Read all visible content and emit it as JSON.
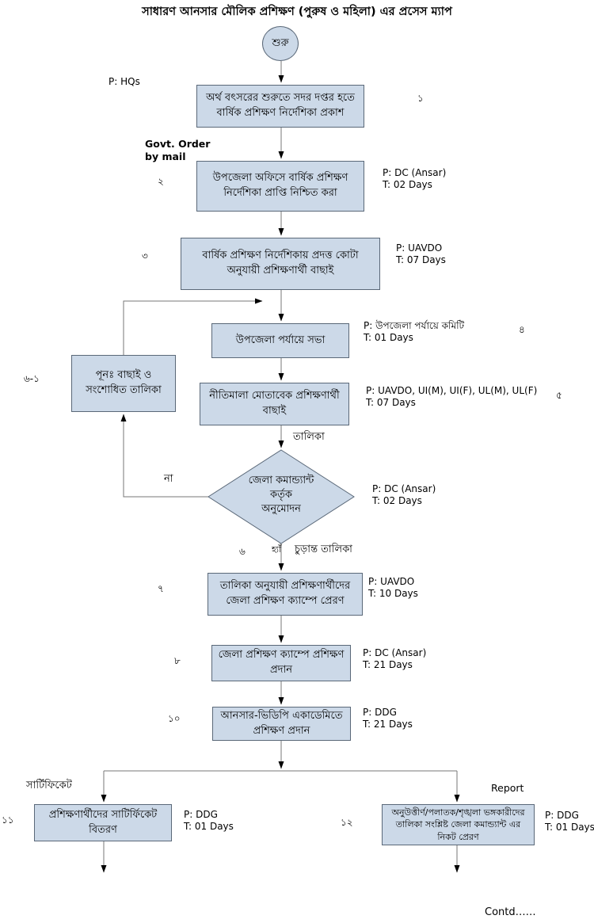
{
  "title": "সাধারণ আনসার মৌলিক প্রশিক্ষণ (পুরুষ ও মহিলা) এর প্রসেস ম্যাপ",
  "colors": {
    "node_fill": "#ccd9e8",
    "node_border": "#5a6878",
    "connector_line": "#777777",
    "arrowhead": "#000000",
    "text": "#000000",
    "background": "#ffffff"
  },
  "start_node": {
    "label": "শুরু"
  },
  "steps": {
    "publish_guideline": {
      "num": "১",
      "text": "অর্থ বৎসরের শুরুতে সদর দপ্তর হতে বার্ষিক প্রশিক্ষণ নির্দেশিকা প্রকাশ",
      "p": "P: HQs"
    },
    "confirm_receipt": {
      "num": "২",
      "text": "উপজেলা অফিসে বার্ষিক প্রশিক্ষণ নির্দেশিকা প্রাপ্তি নিশ্চিত করা",
      "p": "P: DC (Ansar)",
      "t": "T: 02 Days"
    },
    "select_by_quota": {
      "num": "৩",
      "text": "বার্ষিক প্রশিক্ষণ নির্দেশিকায় প্রদত্ত কোটা অনুযায়ী প্রশিক্ষণার্থী বাছাই",
      "p": "P: UAVDO",
      "t": "T: 07 Days"
    },
    "upazila_meeting": {
      "num": "৪",
      "text": "উপজেলা পর্যায়ে সভা",
      "p": "P: উপজেলা পর্যায়ে কমিটি",
      "t": "T: 01 Days"
    },
    "revision": {
      "num": "৬-১",
      "text": "পূনঃ বাছাই ও সংশোধিত তালিকা"
    },
    "select_by_policy": {
      "num": "৫",
      "text": "নীতিমালা মোতাবেক প্রশিক্ষণার্থী বাছাই",
      "p": "P: UAVDO, UI(M), UI(F), UL(M), UL(F)",
      "t": "T: 07 Days"
    },
    "approval_decision": {
      "num": "৬",
      "lines": [
        "জেলা কমান্ড্যান্ট",
        "কর্তৃক",
        "অনুমোদন"
      ],
      "p": "P: DC (Ansar)",
      "t": "T: 02 Days"
    },
    "send_to_camp": {
      "num": "৭",
      "text": "তালিকা অনুযায়ী প্রশিক্ষণার্থীদের জেলা প্রশিক্ষণ ক্যাম্পে প্রেরণ",
      "p": "P: UAVDO",
      "t": "T: 10 Days"
    },
    "district_training": {
      "num": "৮",
      "text": "জেলা প্রশিক্ষণ ক্যাম্পে প্রশিক্ষণ প্রদান",
      "p": "P: DC (Ansar)",
      "t": "T: 21 Days"
    },
    "academy_training": {
      "num": "১০",
      "text": "আনসার-ভিডিপি একাডেমিতে প্রশিক্ষণ প্রদান",
      "p": "P: DDG",
      "t": "T: 21 Days"
    },
    "certificate_distribution": {
      "num": "১১",
      "text": "প্রশিক্ষণার্থীদের সাটির্ফিকেট বিতরণ",
      "p": "P: DDG",
      "t": "T: 01 Days"
    },
    "failed_list_report": {
      "num": "১২",
      "text": "অনুউত্তীর্ণ/পলাতক/শৃঙ্খলা ভঙ্গকারীদের তালিকা সংশ্লিষ্ট জেলা কমান্ড্যান্ট এর নিকট প্রেরণ",
      "p": "P: DDG",
      "t": "T: 01 Days"
    }
  },
  "edge_labels": {
    "govt_order": "Govt. Order by mail",
    "list": "তালিকা",
    "no": "না",
    "yes": "হ্যাঁ",
    "final_list": "চুড়ান্ত তালিকা",
    "certificate": "সার্টিফিকেট",
    "report": "Report",
    "contd": "Contd……"
  }
}
